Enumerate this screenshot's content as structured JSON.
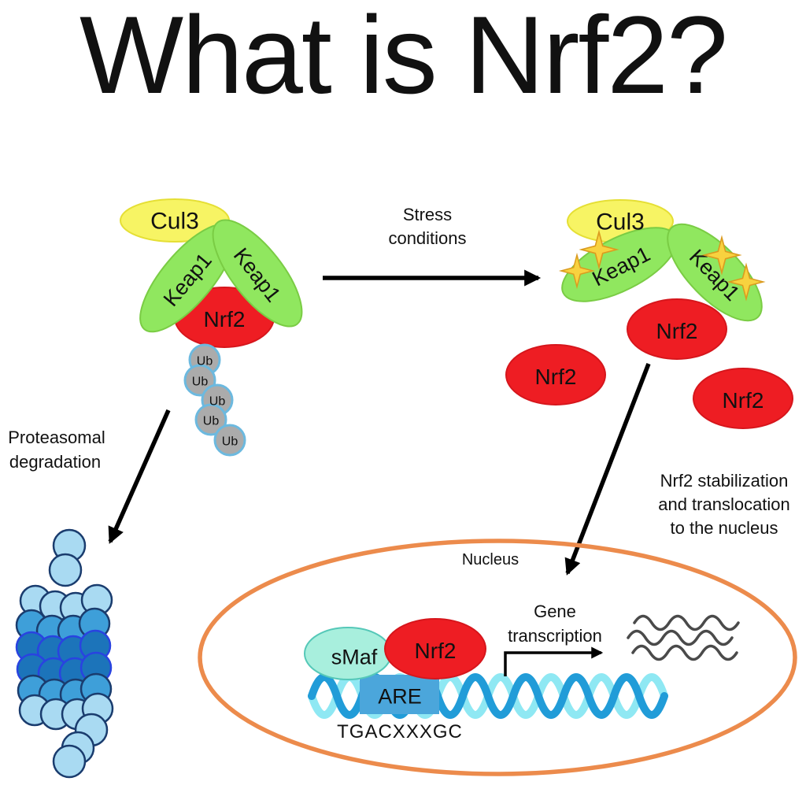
{
  "title": "What is Nrf2?",
  "palette": {
    "cul3_fill": "#F7F464",
    "cul3_border": "#E5DF35",
    "keap1_fill": "#90E75F",
    "keap1_border": "#76D33F",
    "nrf2_fill": "#EE1D23",
    "nrf2_border": "#D6161C",
    "ub_fill": "#ABABAB",
    "ub_border": "#6CB9DF",
    "smaf_fill": "#A8EFDD",
    "smaf_border": "#55C8B8",
    "are_fill": "#4BA6DB",
    "dna_dark_strand": "#219CD8",
    "dna_light_strand": "#8FE8F3",
    "nucleus_border": "#EC8B4C",
    "star_fill": "#F8D23F",
    "star_border": "#DB9B1F",
    "proteasome_light": "#A9DAF2",
    "proteasome_medium": "#3E9FD9",
    "proteasome_dark": "#1C74BA",
    "mrna_color": "#4A4A4A",
    "arrow_color": "#000000"
  },
  "molecules": {
    "cul3": "Cul3",
    "keap1": "Keap1",
    "nrf2": "Nrf2",
    "ub": "Ub",
    "smaf": "sMaf",
    "are": "ARE"
  },
  "annotations": {
    "stress_line1": "Stress",
    "stress_line2": "conditions",
    "proteasomal_line1": "Proteasomal",
    "proteasomal_line2": "degradation",
    "stab_line1": "Nrf2 stabilization",
    "stab_line2": "and translocation",
    "stab_line3": "to the nucleus",
    "nucleus": "Nucleus",
    "gene_line1": "Gene",
    "gene_line2": "transcription",
    "are_sequence": "TGACXXXGC"
  }
}
